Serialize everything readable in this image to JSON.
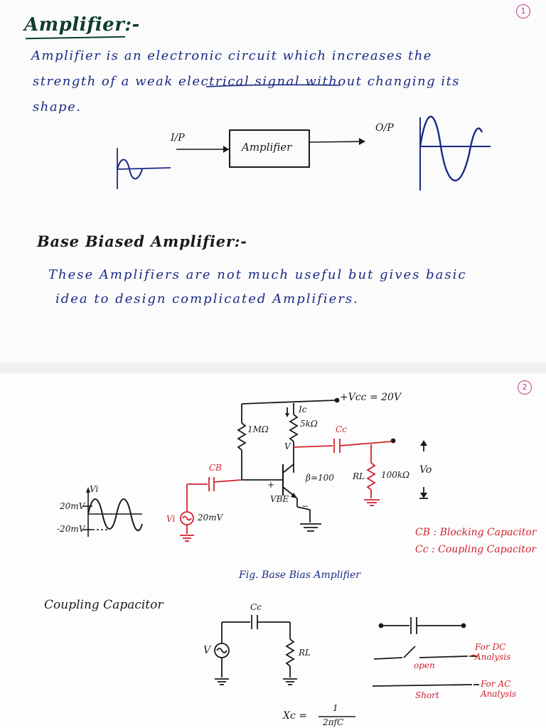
{
  "page1": {
    "page_number": "1",
    "title": "Amplifier:-",
    "definition_lines": [
      "Amplifier is an electronic circuit which increases the",
      "strength of a weak electrical signal without changing its",
      "shape."
    ],
    "block_diagram": {
      "input_label": "I/P",
      "box_label": "Amplifier",
      "output_label": "O/P"
    },
    "section_title": "Base Biased Amplifier:-",
    "section_lines": [
      "These Amplifiers are not much useful but gives basic",
      "idea to design complicated Amplifiers."
    ]
  },
  "page2": {
    "page_number": "2",
    "circuit": {
      "vcc_label": "+Vcc = 20V",
      "ic_label": "Ic",
      "rc_label": "5kΩ",
      "rb_label": "1MΩ",
      "v_node_label": "V",
      "cc_label": "Cc",
      "cb_label": "CB",
      "beta_label": "β=100",
      "rl_label": "RL",
      "rl_value": "100kΩ",
      "vo_label": "Vo",
      "vbe_label": "VBE",
      "plus_sign": "+",
      "minus_sign": "−",
      "vi_label": "Vi",
      "vi_amplitude": "20mV",
      "graph_vi_label": "Vi",
      "graph_pos": "20mV",
      "graph_neg": "-20mV"
    },
    "legend": [
      "CB : Blocking Capacitor",
      "Cc : Coupling Capacitor"
    ],
    "figure_caption": "Fig. Base Bias Amplifier",
    "coupling_title": "Coupling Capacitor",
    "coupling_circuit": {
      "cc_label": "Cc",
      "v_label": "V",
      "rl_label": "RL"
    },
    "dc_analysis": {
      "open_label": "open",
      "note": "For DC Analysis"
    },
    "ac_analysis": {
      "short_label": "Short",
      "note": "For AC Analysis"
    },
    "formula_lhs": "Xc =",
    "formula_numerator": "1",
    "formula_denominator": "2πfC"
  },
  "colors": {
    "ink_blue": "#1b2a86",
    "ink_green": "#0f3d2c",
    "ink_black": "#1a1a1a",
    "ink_red": "#d1222d",
    "ink_pink": "#c6388f",
    "paper": "#fbfbfb"
  }
}
